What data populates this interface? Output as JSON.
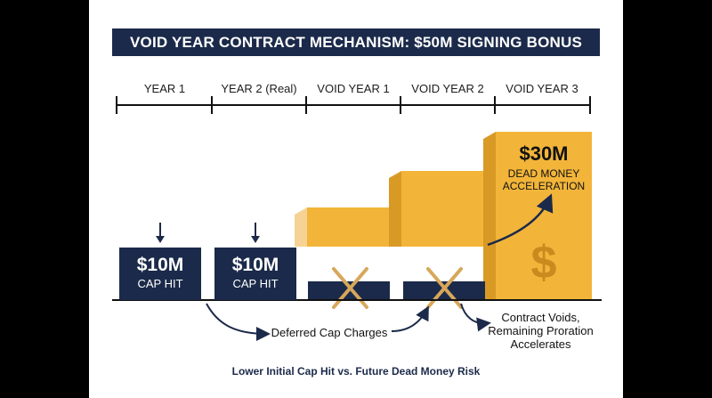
{
  "title": "VOID YEAR CONTRACT MECHANISM: $50M SIGNING BONUS",
  "periods": [
    "YEAR 1",
    "YEAR 2 (Real)",
    "VOID YEAR 1",
    "VOID YEAR 2",
    "VOID YEAR 3"
  ],
  "cap_hits": [
    {
      "amount": "$10M",
      "label": "CAP HIT"
    },
    {
      "amount": "$10M",
      "label": "CAP HIT"
    }
  ],
  "dead_money": {
    "amount": "$30M",
    "line1": "DEAD MONEY",
    "line2": "ACCELERATION"
  },
  "annotations": {
    "deferred": "Deferred Cap Charges",
    "voids_line1": "Contract Voids,",
    "voids_line2": "Remaining Proration",
    "voids_line3": "Accelerates"
  },
  "footnote": "Lower Initial Cap Hit vs. Future Dead Money Risk",
  "colors": {
    "navy": "#1b2a4a",
    "gold": "#f2b53a",
    "gold_dark": "#d99a25",
    "gold_light": "#f6d394",
    "x_mark": "#d7a75a"
  },
  "icons": [
    "dollar-sign-icon",
    "down-arrow-icon",
    "x-mark-icon",
    "curved-arrow-icon"
  ]
}
